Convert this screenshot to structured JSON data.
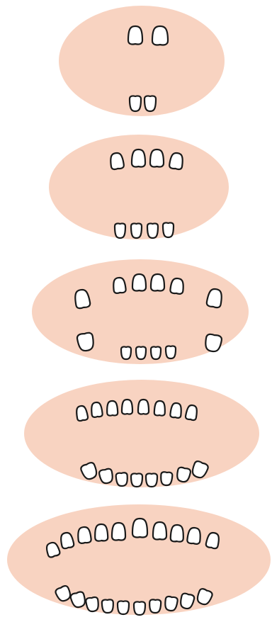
{
  "colors": {
    "mouth": "#f8d3c1",
    "tooth_fill": "#ffffff",
    "tooth_outline": "#1a1a1a"
  },
  "stages": [
    {
      "upper_teeth": 2,
      "lower_teeth": 2
    },
    {
      "upper_teeth": 4,
      "lower_teeth": 4
    },
    {
      "upper_teeth": 6,
      "lower_teeth": 6
    },
    {
      "upper_teeth": 8,
      "lower_teeth": 8
    },
    {
      "upper_teeth": 10,
      "lower_teeth": 10
    }
  ]
}
